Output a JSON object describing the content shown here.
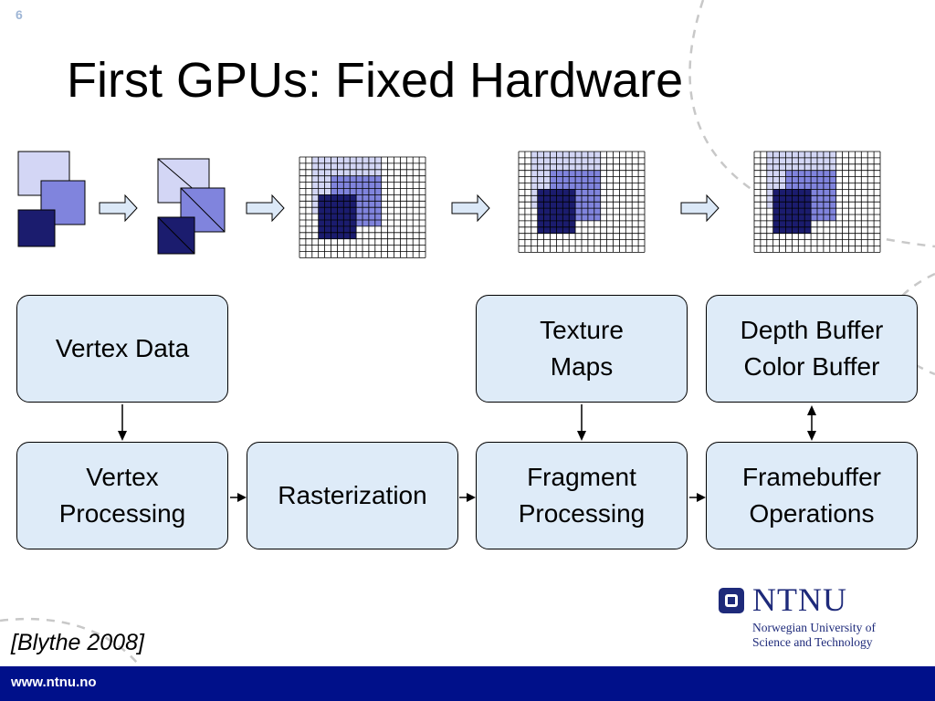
{
  "slide_number": "6",
  "title": "First GPUs: Fixed Hardware",
  "top_row": {
    "vertex_data": [
      "Vertex Data"
    ],
    "texture_maps": [
      "Texture",
      "Maps"
    ],
    "buffers": [
      "Depth Buffer",
      "Color Buffer"
    ]
  },
  "pipeline": {
    "vertex_processing": [
      "Vertex",
      "Processing"
    ],
    "rasterization": [
      "Rasterization"
    ],
    "fragment_processing": [
      "Fragment",
      "Processing"
    ],
    "framebuffer_operations": [
      "Framebuffer",
      "Operations"
    ]
  },
  "citation": "[Blythe 2008]",
  "footer_url": "www.ntnu.no",
  "logo": {
    "name": "NTNU",
    "subtitle": [
      "Norwegian University of",
      "Science and Technology"
    ]
  },
  "colors": {
    "light_square": "#d3d6f5",
    "mid_square": "#8084dd",
    "dark_square": "#1b1c6e",
    "box_fill": "#deebf8",
    "footer": "#00108a"
  }
}
